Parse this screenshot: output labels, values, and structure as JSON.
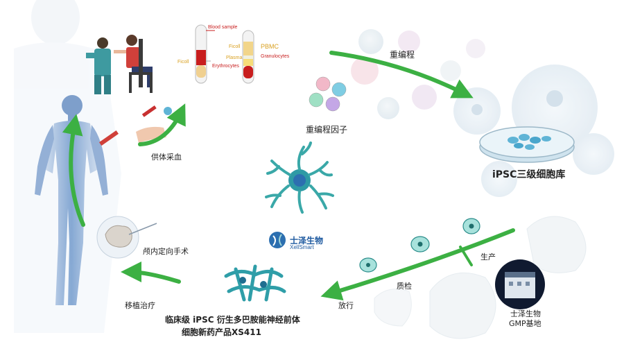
{
  "steps": {
    "reprogramming": "重编程",
    "reprogramming_factors": "重编程因子",
    "cell_bank": "iPSC三级细胞库",
    "production": "生产",
    "quality_control": "质检",
    "release": "放行",
    "gmp_site_line1": "士泽生物",
    "gmp_site_line2": "GMP基地",
    "product_line1": "临床级 iPSC 衍生多巴胺能神经前体",
    "product_line2": "细胞新药产品XS411",
    "transplant": "移植治疗",
    "surgery": "颅内定向手术",
    "donor_blood": "供体采血"
  },
  "blood_tube": {
    "blood_sample": "Blood sample",
    "ficoll": "Ficoll",
    "pbmc": "PBMC",
    "plasma": "Plasma",
    "granulocytes": "Granulocytes",
    "erythrocytes": "Erythrocytes",
    "ficoll_left": "Ficoll"
  },
  "logo": {
    "name_cn": "士泽生物",
    "name_en": "XellSmart"
  },
  "colors": {
    "arrow_green": "#3cb043",
    "body_blue": "#6f93c4",
    "neuron_teal": "#3aa8a8"
  }
}
